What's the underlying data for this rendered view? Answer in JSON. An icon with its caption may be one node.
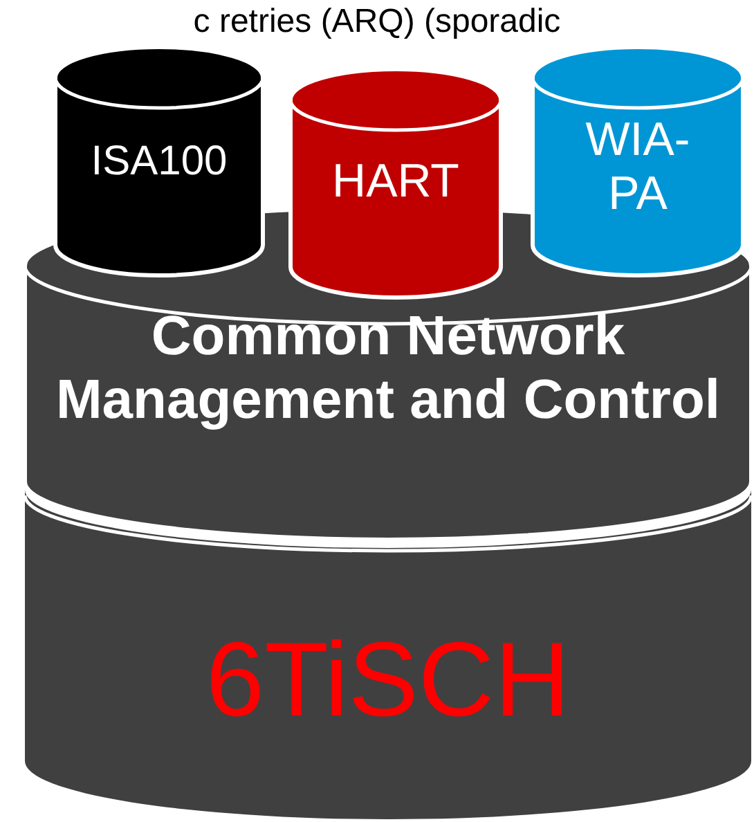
{
  "diagram": {
    "nodes": [
      {
        "text": [
          "ISA100"
        ]
      },
      {
        "text": [
          "HART"
        ]
      },
      {
        "text": [
          "WIA-PA"
        ]
      },
      {
        "text": [
          "Common Network Management and Control"
        ]
      },
      {
        "text": [
          "6TiSCH"
        ]
      }
    ],
    "labels": [
      "c retries (ARQ) (sporadic"
    ]
  }
}
